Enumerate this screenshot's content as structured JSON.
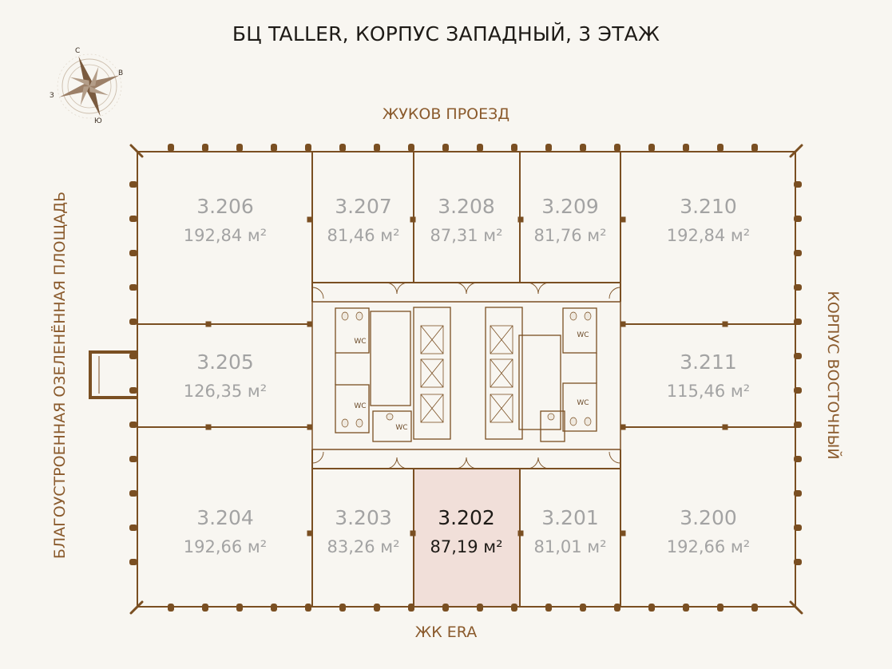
{
  "title": "БЦ TALLER, КОРПУС ЗАПАДНЫЙ, 3 ЭТАЖ",
  "streets": {
    "top": "ЖУКОВ ПРОЕЗД",
    "bottom": "ЖК ERA",
    "left": "БЛАГОУСТРОЕННАЯ ОЗЕЛЕНЁННАЯ ПЛОЩАДЬ",
    "right": "КОРПУС ВОСТОЧНЫЙ"
  },
  "compass": {
    "n": "С",
    "e": "В",
    "s": "Ю",
    "w": "З"
  },
  "colors": {
    "wall": "#7a4f22",
    "text_muted": "#a3a3a3",
    "selected_fill": "#f1dfd9",
    "selected_stroke": "#8a5a2c",
    "compass": "#7a5b3f"
  },
  "wc_label": "WC",
  "rooms": [
    {
      "id": "3.206",
      "number": "3.206",
      "area": "192,84",
      "unit": "м²",
      "selected": false
    },
    {
      "id": "3.207",
      "number": "3.207",
      "area": "81,46",
      "unit": "м²",
      "selected": false
    },
    {
      "id": "3.208",
      "number": "3.208",
      "area": "87,31",
      "unit": "м²",
      "selected": false
    },
    {
      "id": "3.209",
      "number": "3.209",
      "area": "81,76",
      "unit": "м²",
      "selected": false
    },
    {
      "id": "3.210",
      "number": "3.210",
      "area": "192,84",
      "unit": "м²",
      "selected": false
    },
    {
      "id": "3.205",
      "number": "3.205",
      "area": "126,35",
      "unit": "м²",
      "selected": false
    },
    {
      "id": "3.211",
      "number": "3.211",
      "area": "115,46",
      "unit": "м²",
      "selected": false
    },
    {
      "id": "3.204",
      "number": "3.204",
      "area": "192,66",
      "unit": "м²",
      "selected": false
    },
    {
      "id": "3.203",
      "number": "3.203",
      "area": "83,26",
      "unit": "м²",
      "selected": false
    },
    {
      "id": "3.202",
      "number": "3.202",
      "area": "87,19",
      "unit": "м²",
      "selected": true
    },
    {
      "id": "3.201",
      "number": "3.201",
      "area": "81,01",
      "unit": "м²",
      "selected": false
    },
    {
      "id": "3.200",
      "number": "3.200",
      "area": "192,66",
      "unit": "м²",
      "selected": false
    }
  ]
}
